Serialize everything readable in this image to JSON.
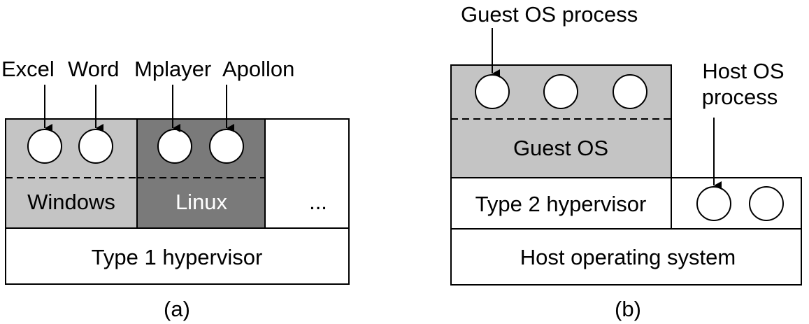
{
  "colors": {
    "light_gray": "#c4c4c4",
    "dark_gray": "#7a7a7a",
    "white": "#ffffff",
    "black": "#000000"
  },
  "panel_a": {
    "caption": "(a)",
    "process_labels": [
      "Excel",
      "Word",
      "Mplayer",
      "Apollon"
    ],
    "windows_label": "Windows",
    "linux_label": "Linux",
    "more_label": "...",
    "hypervisor_label": "Type 1 hypervisor"
  },
  "panel_b": {
    "caption": "(b)",
    "guest_process_label": "Guest OS process",
    "guest_os_label": "Guest OS",
    "hypervisor_label": "Type 2 hypervisor",
    "host_process_label_line1": "Host OS",
    "host_process_label_line2": "process",
    "host_os_label": "Host operating system"
  }
}
